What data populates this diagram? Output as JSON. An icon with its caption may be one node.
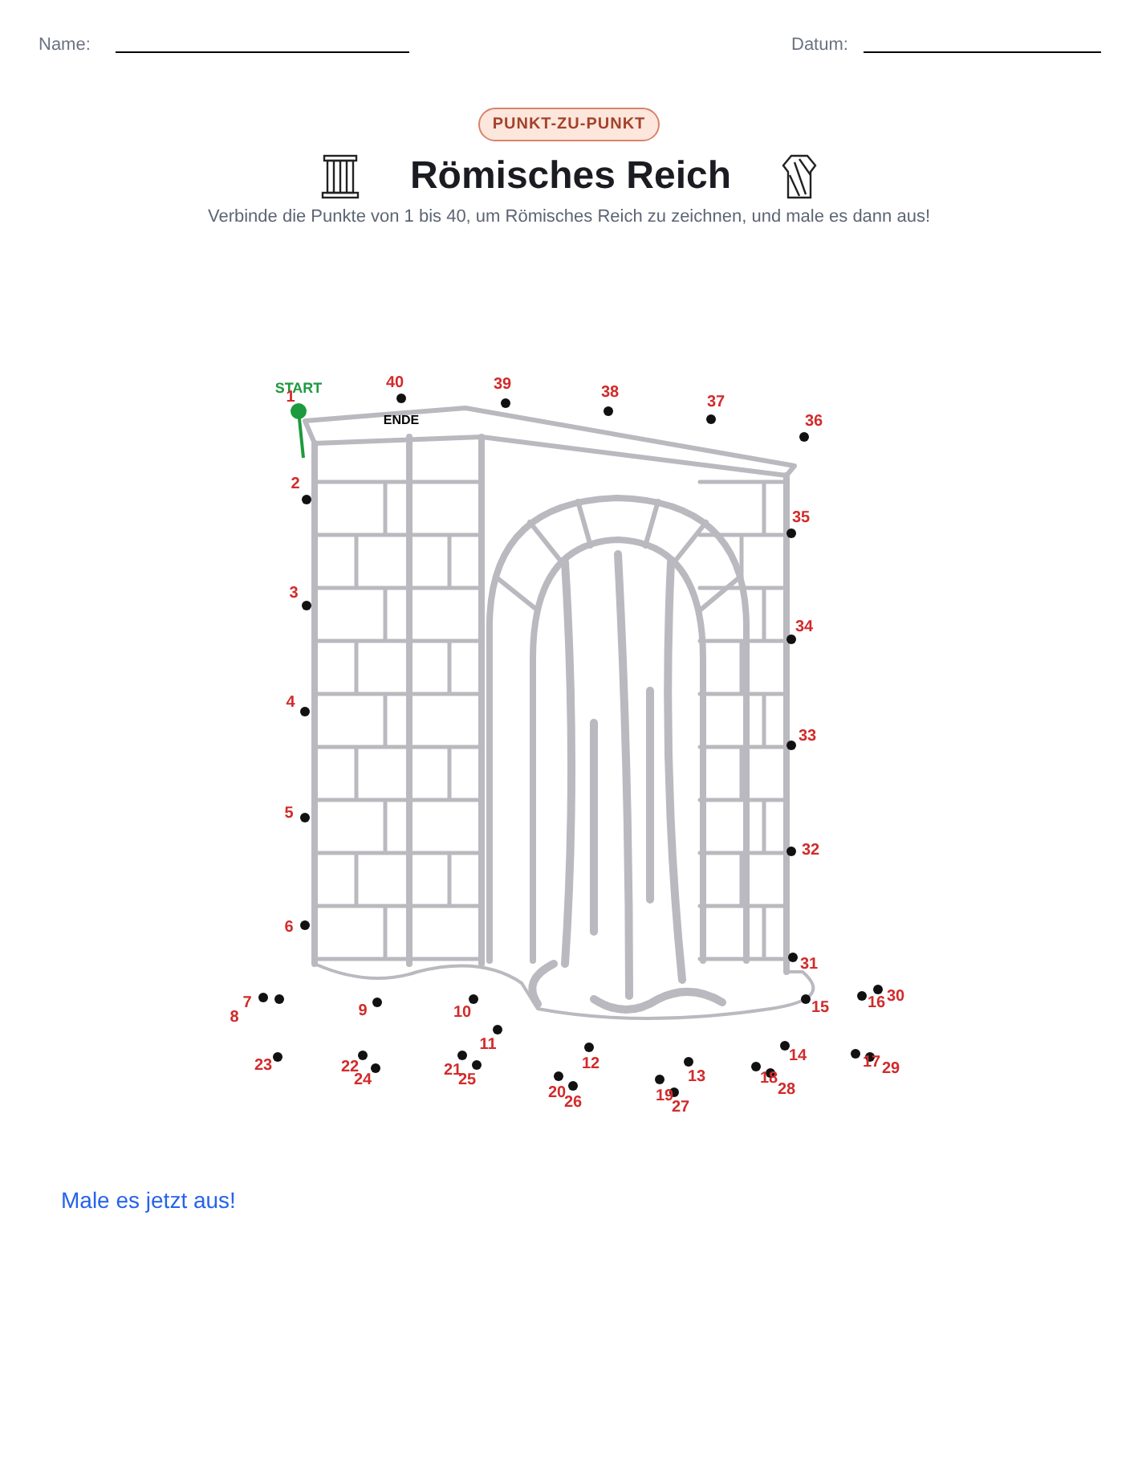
{
  "diagram": {
    "title": "Römisches Reich",
    "labels": [
      "Name:",
      "Datum:",
      "PUNKT-ZU-PUNKT",
      "Verbinde die Punkte von 1 bis 40, um Römisches Reich zu zeichnen, und male es dann aus!",
      "START",
      "1",
      "2",
      "3",
      "4",
      "5",
      "6",
      "7",
      "8",
      "9",
      "10",
      "11",
      "12",
      "13",
      "14",
      "15",
      "16",
      "17",
      "18",
      "19",
      "20",
      "21",
      "22",
      "23",
      "24",
      "25",
      "26",
      "27",
      "28",
      "29",
      "30",
      "31",
      "32",
      "33",
      "34",
      "35",
      "36",
      "37",
      "38",
      "39",
      "40",
      "ENDE",
      "Male es jetzt aus!"
    ]
  }
}
